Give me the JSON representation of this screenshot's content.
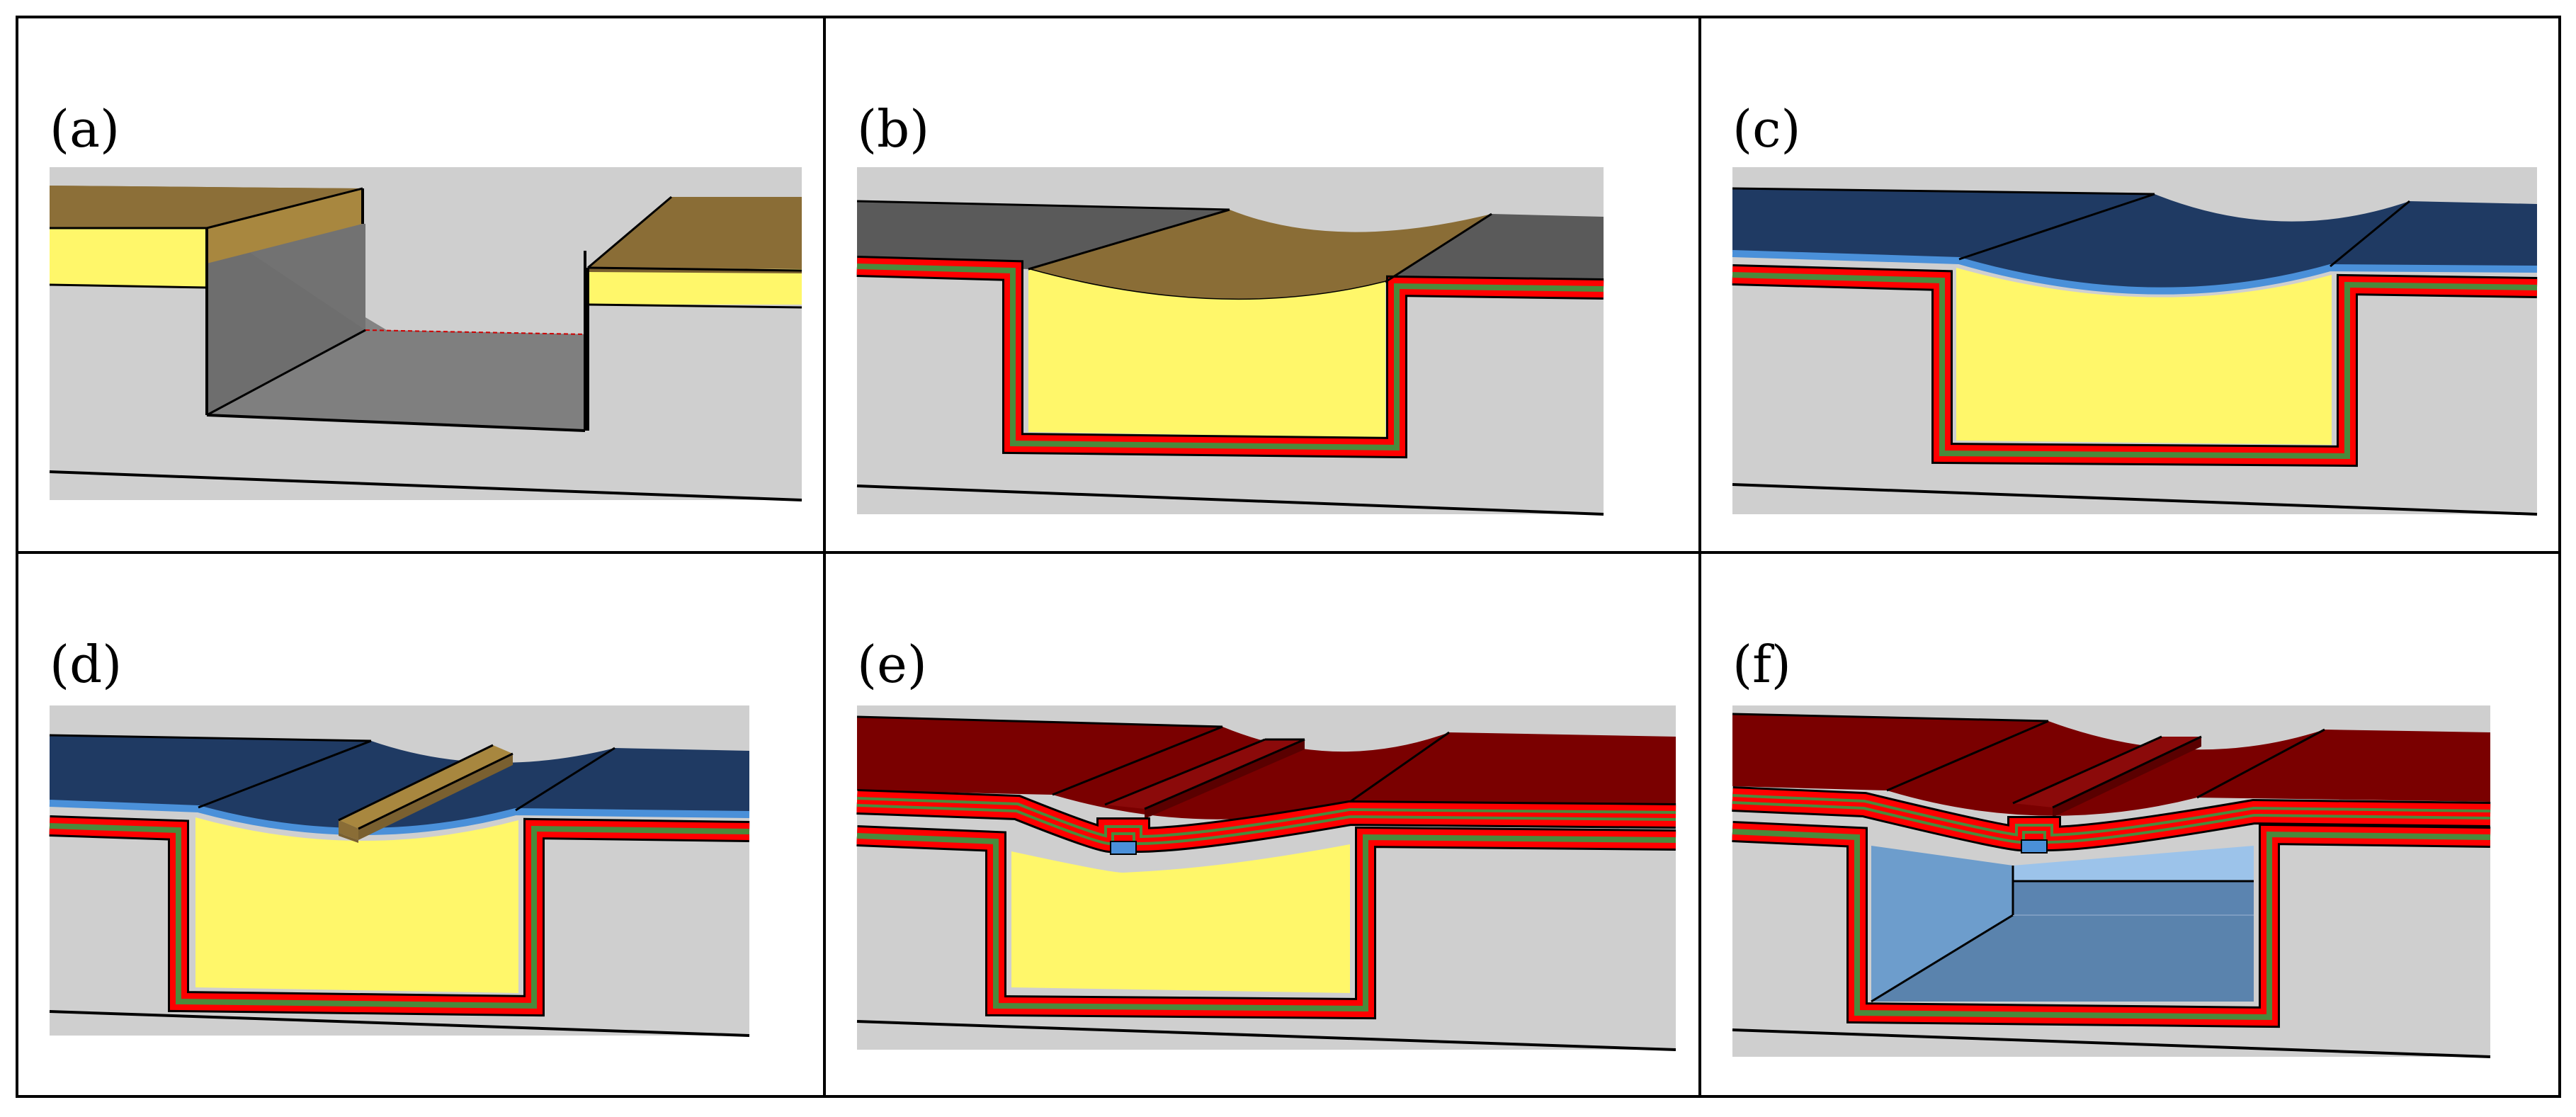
{
  "panels": [
    {
      "label": "(a)",
      "step": "substrate-trench"
    },
    {
      "label": "(b)",
      "step": "sacrificial-fill"
    },
    {
      "label": "(c)",
      "step": "membrane-layer"
    },
    {
      "label": "(d)",
      "step": "electrode-bar"
    },
    {
      "label": "(e)",
      "step": "top-encapsulation"
    },
    {
      "label": "(f)",
      "step": "released-cavity"
    }
  ],
  "colors": {
    "substrate": "#cfcfcf",
    "substrate_shadow": "#bdbdbd",
    "trench_wall": "#6f6f6f",
    "trench_floor": "#858585",
    "gold": "#8a6d36",
    "gold_light": "#a8873f",
    "yellow": "#fff76a",
    "red": "#ff0000",
    "green": "#4a8a3c",
    "blue_dark": "#1f3a63",
    "blue_light": "#4a90d9",
    "gray_dark": "#5a5a5a",
    "maroon": "#7a0000",
    "cavity": "#5b8cc0",
    "cavity_light": "#9cc3ea"
  }
}
